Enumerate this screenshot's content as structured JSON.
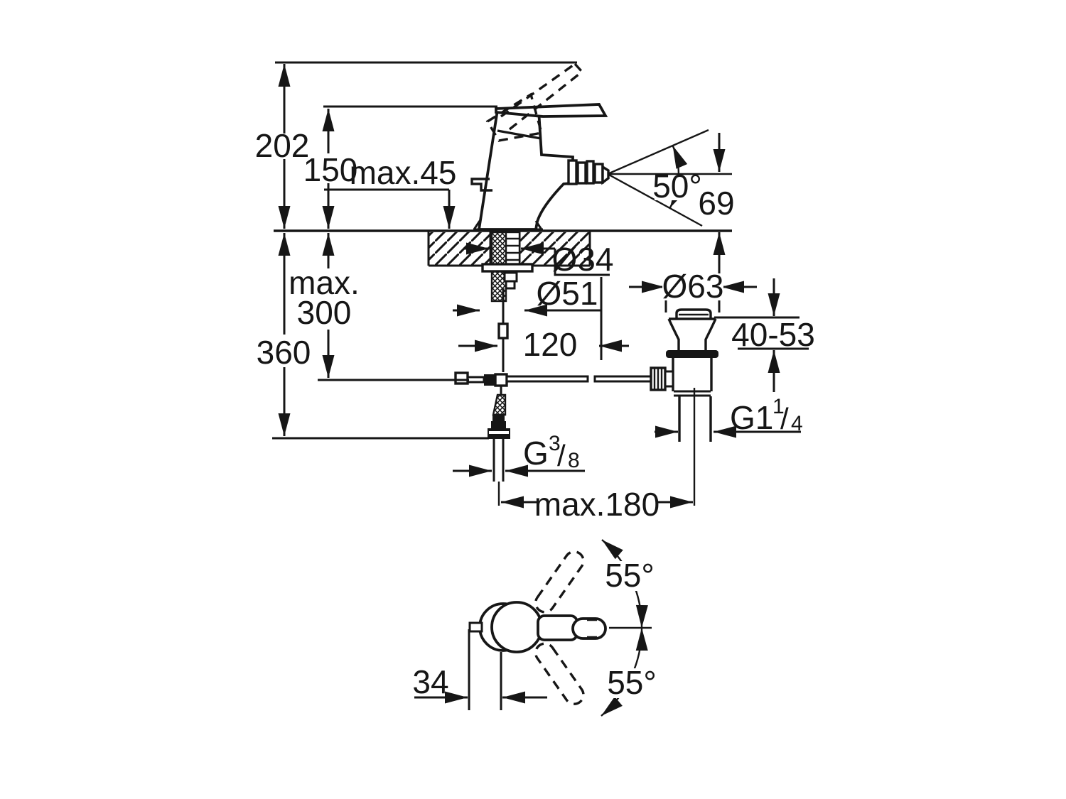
{
  "page": {
    "background": "#ffffff",
    "line_color": "#161616",
    "drawing_type": "technical installation dimension drawing, bidet single-lever mixer with pop-up waste"
  },
  "labels": {
    "side": {
      "height_total": "202",
      "height_handle": "150",
      "deck_thickness_max": "max.45",
      "spray_angle": "50°",
      "spout_height": "69",
      "shank_diameter": "Ø34",
      "escutcheon_diameter": "Ø51",
      "depth_max_word": "max.",
      "depth_max_value": "300",
      "hose_length": "360",
      "rod_offset": "120",
      "waste_flange_diameter": "Ø63",
      "clamping_range": "40-53",
      "rod_reach_max": "max.180",
      "drain_thread_prefix": "G1",
      "drain_thread_numerator": "1",
      "drain_thread_slash": "/",
      "drain_thread_denominator": "4",
      "supply_thread_prefix": "G",
      "supply_thread_numerator": "3",
      "supply_thread_slash": "/",
      "supply_thread_denominator": "8"
    },
    "top": {
      "handle_swing_up": "55°",
      "handle_swing_down": "55°",
      "center_offset": "34"
    }
  }
}
